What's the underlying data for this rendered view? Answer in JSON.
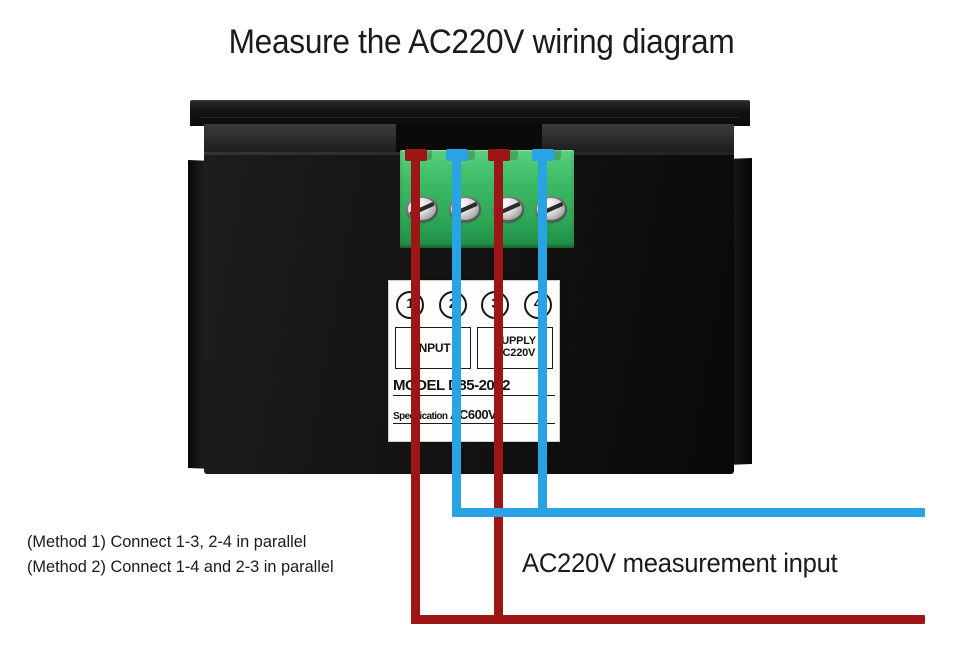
{
  "title": "Measure the AC220V wiring diagram",
  "device": {
    "name": "panel-mount-ac-meter",
    "label": {
      "terminal_numbers": [
        "1",
        "2",
        "3",
        "4"
      ],
      "input_box": "INPUT",
      "supply_box_line1": "SUPPLY",
      "supply_box_line2": "AC220V",
      "model_prefix": "MODEL",
      "model_value": "D85-2042",
      "spec_prefix": "Specification",
      "spec_value": "AC600V"
    }
  },
  "terminal_block": {
    "name": "green-4-pole-terminal-block",
    "positions": 4,
    "wire_colors": [
      "red",
      "blue",
      "red",
      "blue"
    ]
  },
  "wiring": {
    "red_color": "#9e1515",
    "blue_color": "#29a3e3",
    "red_terminals": [
      "1",
      "3"
    ],
    "blue_terminals": [
      "2",
      "4"
    ]
  },
  "captions": {
    "method1": "(Method 1) Connect 1-3, 2-4 in parallel",
    "method2": "(Method 2) Connect 1-4 and 2-3 in parallel",
    "measurement_input": "AC220V measurement input"
  }
}
